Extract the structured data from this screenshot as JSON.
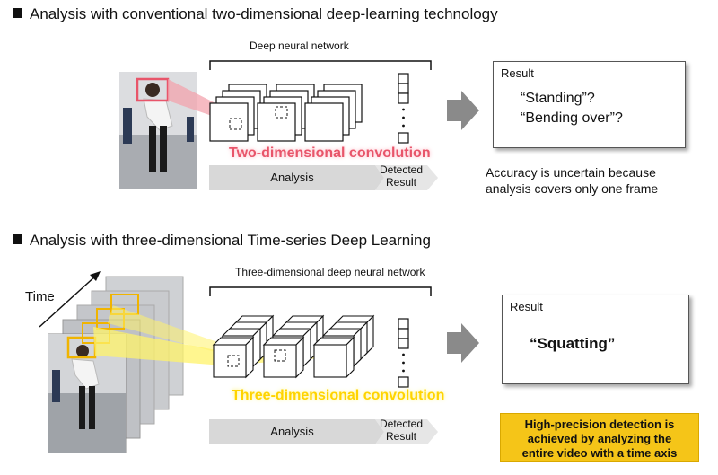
{
  "section1": {
    "heading": "Analysis with conventional two-dimensional deep-learning technology",
    "network_label": "Deep neural network",
    "convolution_label": "Two-dimensional convolution",
    "analysis_label": "Analysis",
    "detected_label_line1": "Detected",
    "detected_label_line2": "Result",
    "result_title": "Result",
    "result_line1": "“Standing”?",
    "result_line2": "“Bending over”?",
    "note_line1": "Accuracy is uncertain because",
    "note_line2": "analysis covers only one frame"
  },
  "section2": {
    "heading": "Analysis with three-dimensional Time-series Deep Learning",
    "time_label": "Time",
    "network_label": "Three-dimensional deep neural network",
    "convolution_label": "Three-dimensional convolution",
    "analysis_label": "Analysis",
    "detected_label_line1": "Detected",
    "detected_label_line2": "Result",
    "result_title": "Result",
    "result_value": "“Squatting”",
    "banner_line1": "High-precision detection is",
    "banner_line2": "achieved by analyzing the",
    "banner_line3": "entire video with a time axis"
  },
  "colors": {
    "highlight_2d": "#e8556a",
    "highlight_3d": "#ffd400",
    "banner": "#f5c518",
    "arrow": "#8a8a8a",
    "progress_band": "#d8d8d8"
  }
}
